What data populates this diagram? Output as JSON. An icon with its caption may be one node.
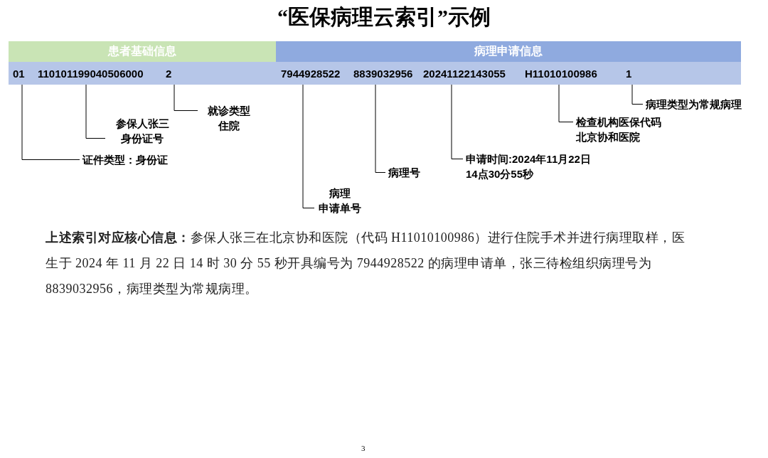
{
  "diagram": {
    "title": "“医保病理云索引”示例",
    "nodes": [
      {
        "text": [
          "患者基础信息"
        ]
      },
      {
        "text": [
          "病理申请信息"
        ]
      },
      {
        "text": [],
        "shape": "bar"
      },
      {
        "text": [
          "01"
        ],
        "in": 2
      },
      {
        "text": [
          "110101199040506000"
        ],
        "in": 2
      },
      {
        "text": [
          "2"
        ],
        "in": 2
      },
      {
        "text": [
          "7944928522"
        ],
        "in": 2
      },
      {
        "text": [
          "8839032956"
        ],
        "in": 2
      },
      {
        "text": [
          "20241122143055"
        ],
        "in": 2
      },
      {
        "text": [
          "H11010100986"
        ],
        "in": 2
      },
      {
        "text": [
          "1"
        ],
        "in": 2
      },
      {
        "text": [
          "证件类型：身份证"
        ]
      },
      {
        "text": [
          "参保人张三",
          "身份证号"
        ]
      },
      {
        "text": [
          "就诊类型",
          "住院"
        ]
      },
      {
        "text": [
          "病理",
          "申请单号"
        ]
      },
      {
        "text": [
          "病理号"
        ]
      },
      {
        "text": [
          "申请时间:2024年11月22日",
          "14点30分55秒"
        ]
      },
      {
        "text": [
          "检查机构医保代码",
          "北京协和医院"
        ]
      },
      {
        "text": [
          "病理类型为常规病理"
        ]
      }
    ],
    "edges": [
      {
        "from": 3,
        "to": 11,
        "arrow": "none"
      },
      {
        "from": 4,
        "to": 12,
        "arrow": "none"
      },
      {
        "from": 5,
        "to": 13,
        "arrow": "none"
      },
      {
        "from": 6,
        "to": 14,
        "arrow": "none"
      },
      {
        "from": 7,
        "to": 15,
        "arrow": "none"
      },
      {
        "from": 8,
        "to": 16,
        "arrow": "none"
      },
      {
        "from": 9,
        "to": 17,
        "arrow": "none"
      },
      {
        "from": 10,
        "to": 18,
        "arrow": "none"
      }
    ],
    "labels": [
      "**上述索引对应核心信息：**参保人张三在北京协和医院（代码 H11010100986）进行住院手术并进行病理取样，医生于 2024 年 11 月 22 日 14 时 30 分 55 秒开具编号为 7944928522 的病理申请单，张三待检组织病理号为 8839032956，病理类型为常规病理。",
      "3"
    ]
  }
}
